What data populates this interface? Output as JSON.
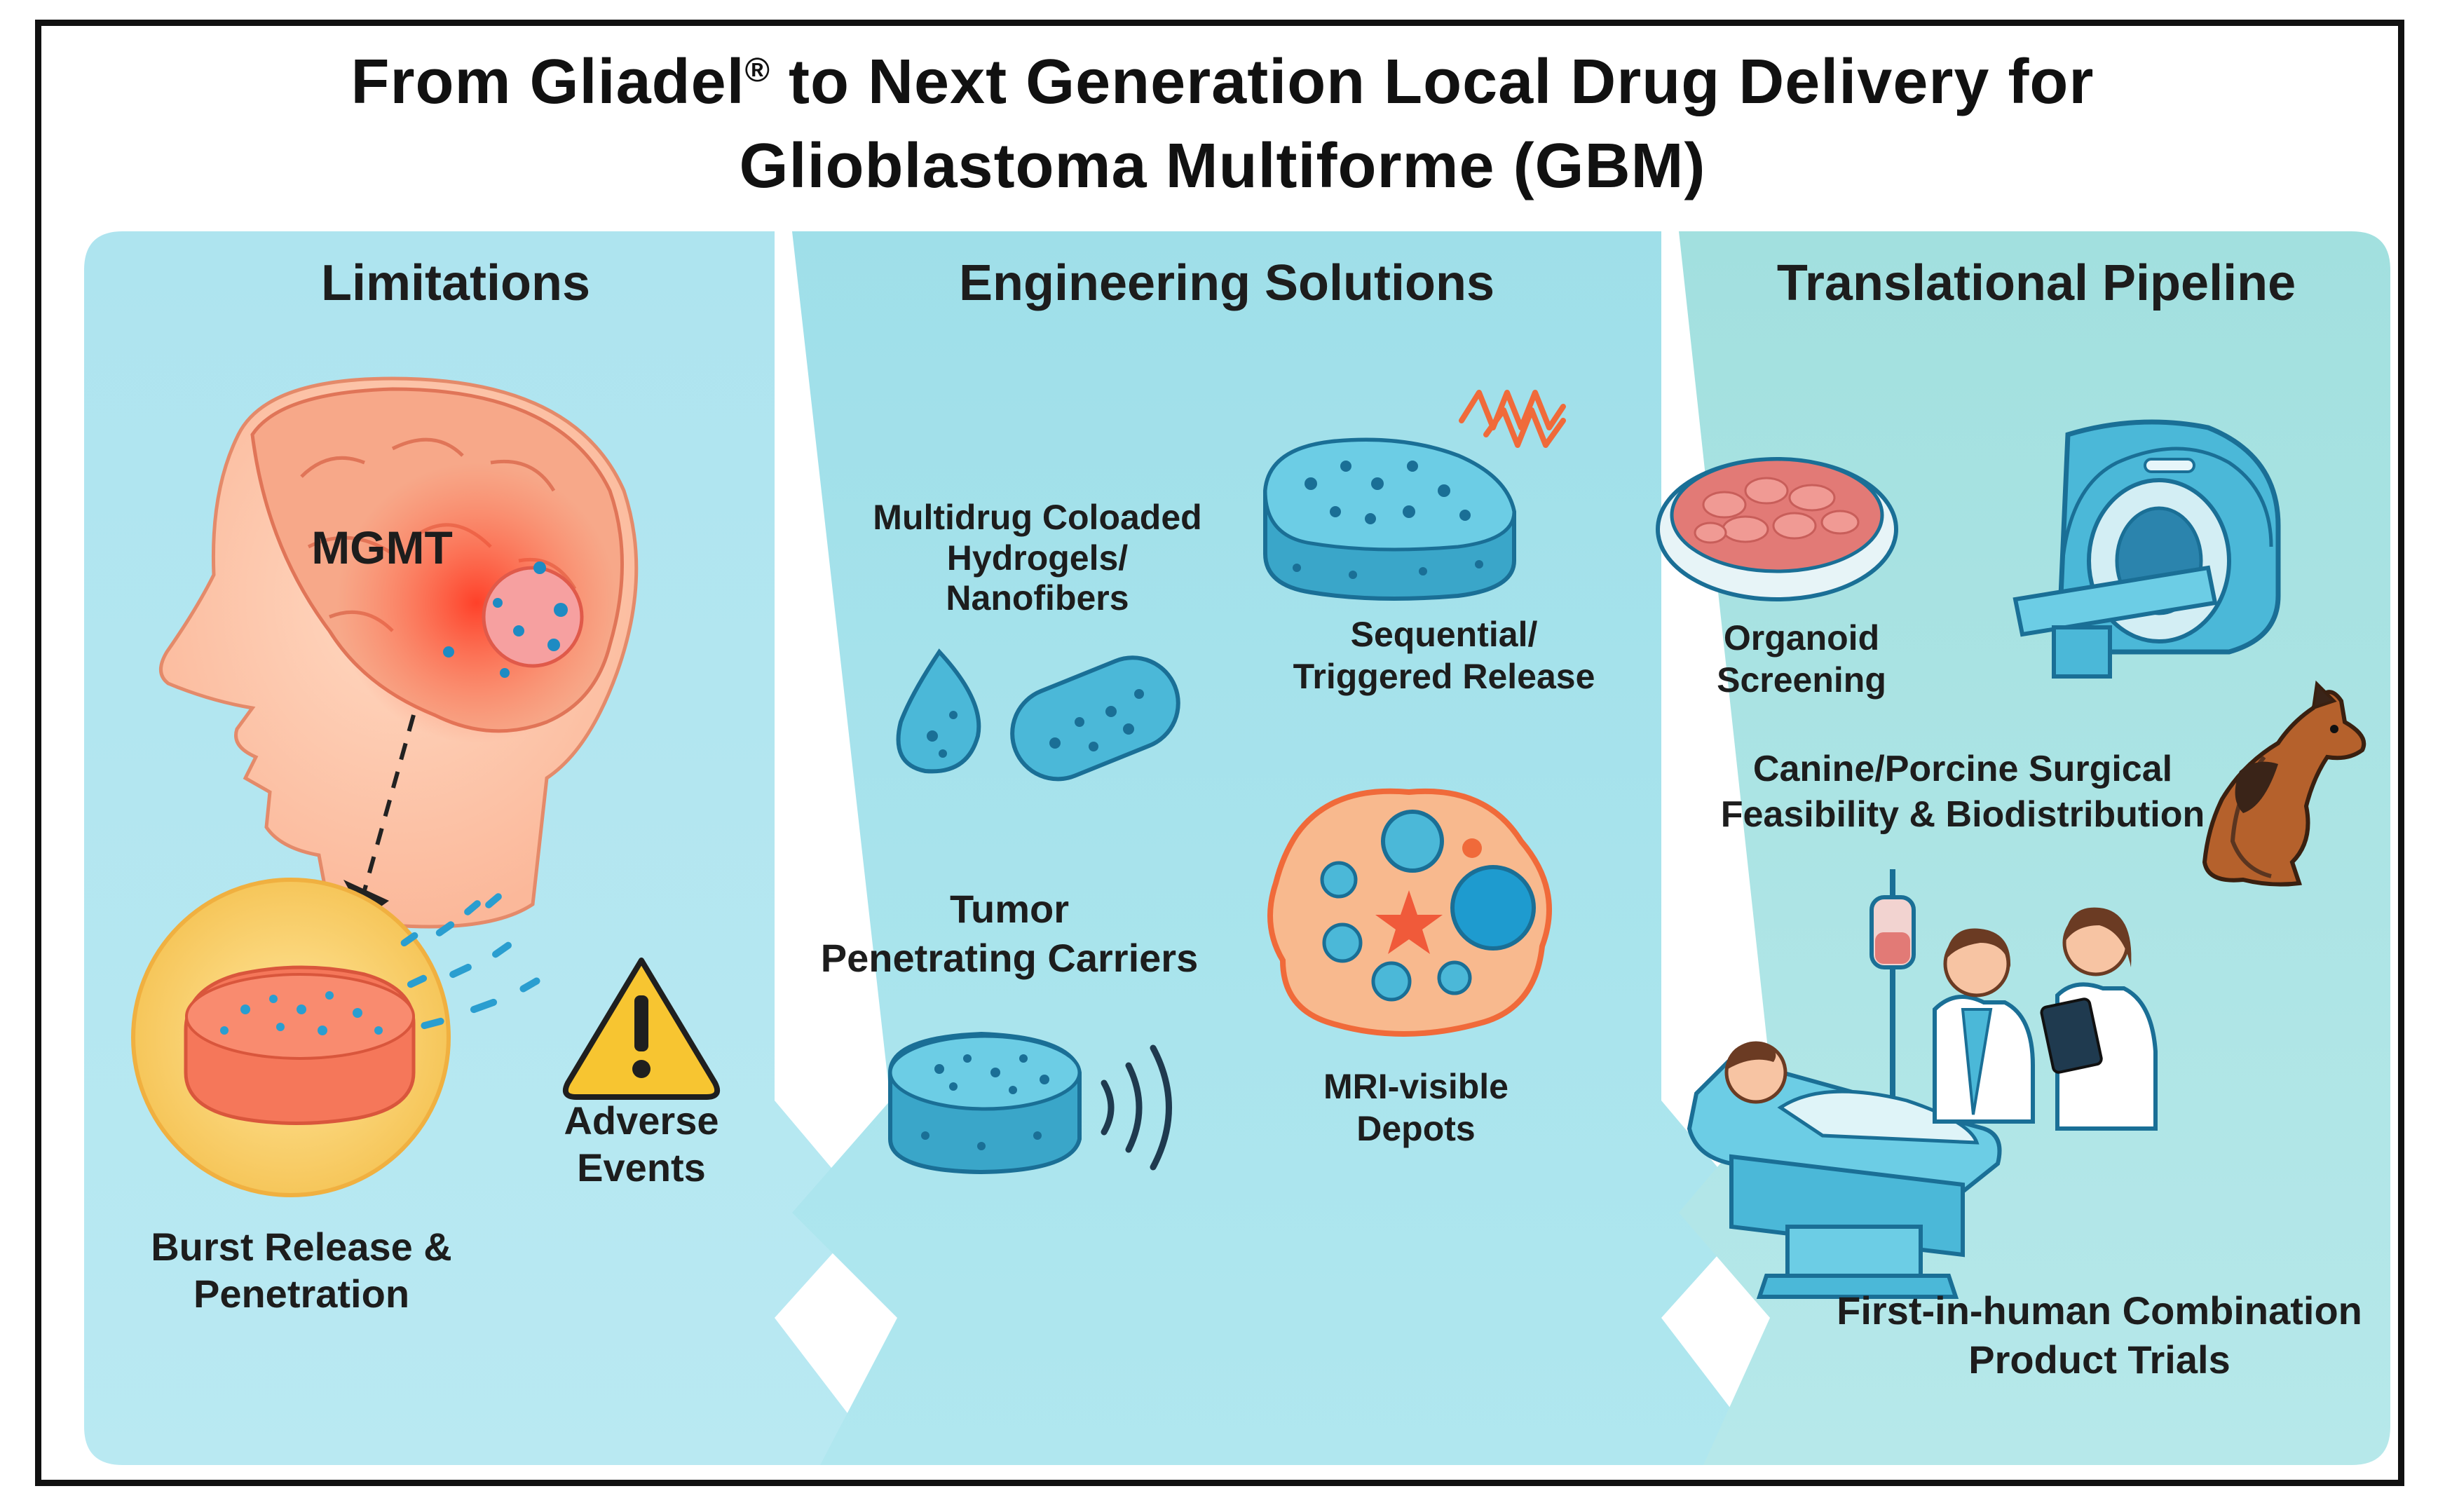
{
  "title": {
    "line1_main": "From Gliadel",
    "line1_reg": "®",
    "line1_rest": " to Next Generation Local Drug Delivery for",
    "line2": "Glioblastoma Multiforme (GBM)"
  },
  "panels": [
    {
      "heading": "Limitations",
      "labels": {
        "mgmt": "MGMT",
        "burst_line1": "Burst Release &",
        "burst_line2": "Penetration",
        "adverse_line1": "Adverse",
        "adverse_line2": "Events"
      }
    },
    {
      "heading": "Engineering Solutions",
      "labels": {
        "multidrug_line1": "Multidrug Coloaded",
        "multidrug_line2": "Hydrogels/",
        "multidrug_line3": "Nanofibers",
        "sequential_line1": "Sequential/",
        "sequential_line2": "Triggered Release",
        "tumor_line1": "Tumor",
        "tumor_line2": "Penetrating Carriers",
        "mri_line1": "MRI-visible",
        "mri_line2": "Depots"
      }
    },
    {
      "heading": "Translational Pipeline",
      "labels": {
        "organoid_line1": "Organoid",
        "organoid_line2": "Screening",
        "canine_line1": "Canine/Porcine Surgical",
        "canine_line2": "Feasibility & Biodistribution",
        "first_line1": "First-in-human Combination",
        "first_line2": "Product Trials"
      }
    }
  ],
  "colors": {
    "panel_left": "#b3e6f0",
    "panel_mid": "#a6e2ea",
    "panel_right": "#a9e3e0",
    "accent_blue": "#3aa6c9",
    "accent_red": "#f06a4a",
    "accent_orange": "#f5a25f"
  }
}
